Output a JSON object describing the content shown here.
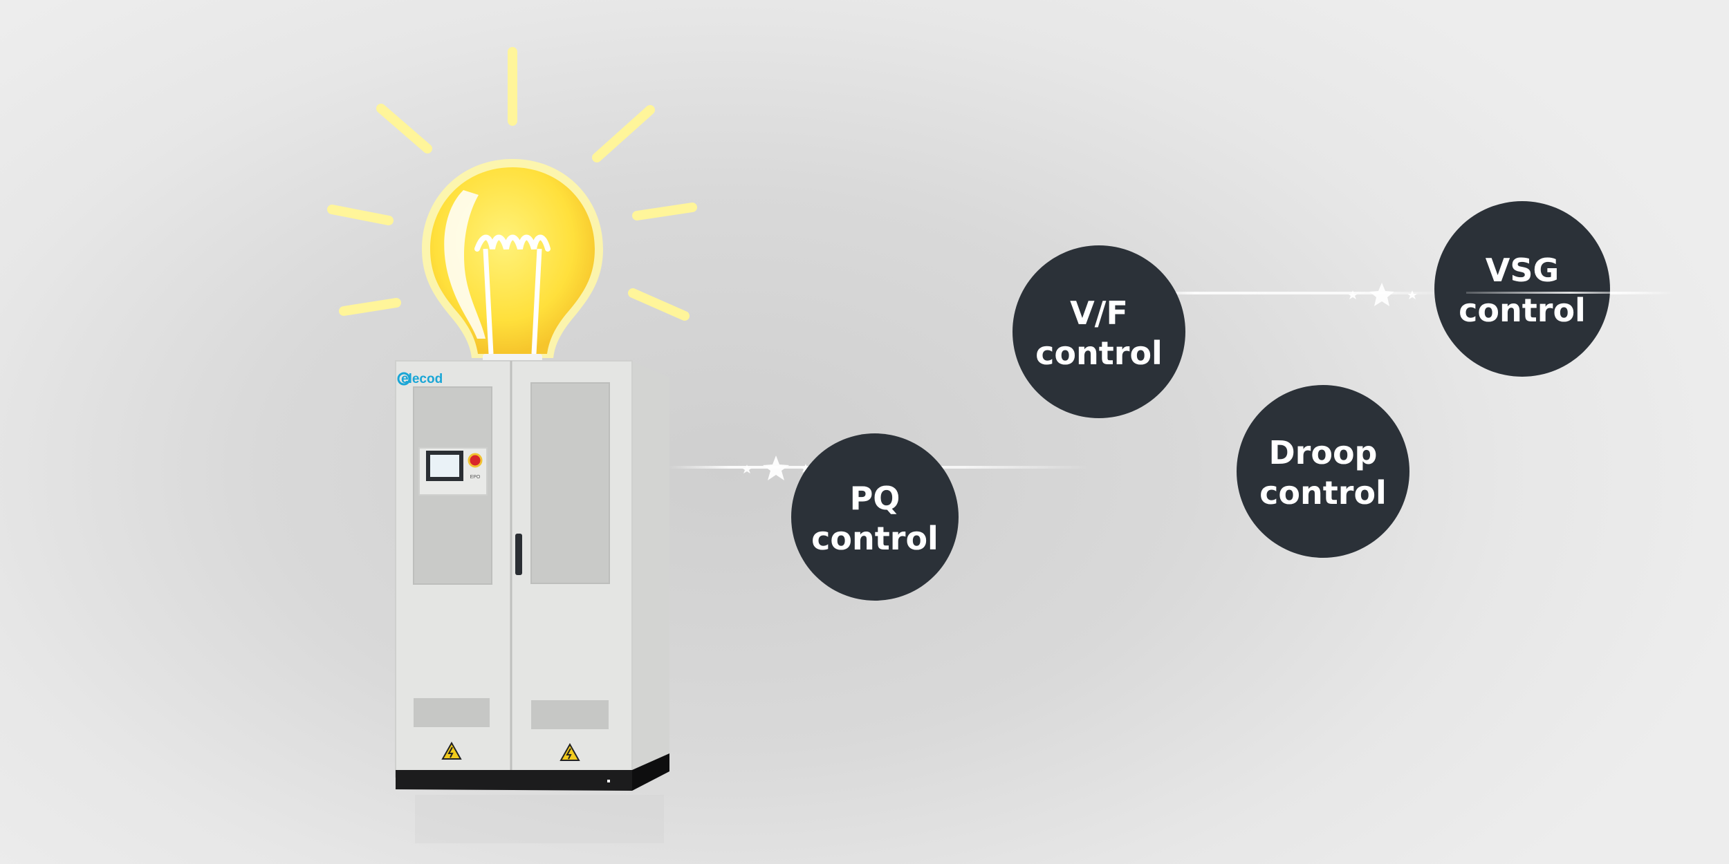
{
  "brand": {
    "logo_text": "elecod"
  },
  "cabinet": {
    "button_label": "EPO"
  },
  "controls": {
    "pq": {
      "line1": "PQ",
      "line2": "control"
    },
    "vf": {
      "line1": "V/F",
      "line2": "control"
    },
    "droop": {
      "line1": "Droop",
      "line2": "control"
    },
    "vsg": {
      "line1": "VSG",
      "line2": "control"
    }
  },
  "icons": {
    "bulb": "light-bulb-icon",
    "warning": "high-voltage-warning-icon",
    "sparkle": "star-sparkle-icon"
  },
  "colors": {
    "bubble": "#2b3138",
    "bulb": "#ffe34a",
    "bulb_rays": "#fff59a",
    "cabinet": "#e4e5e3",
    "logo": "#1aa6d6"
  }
}
